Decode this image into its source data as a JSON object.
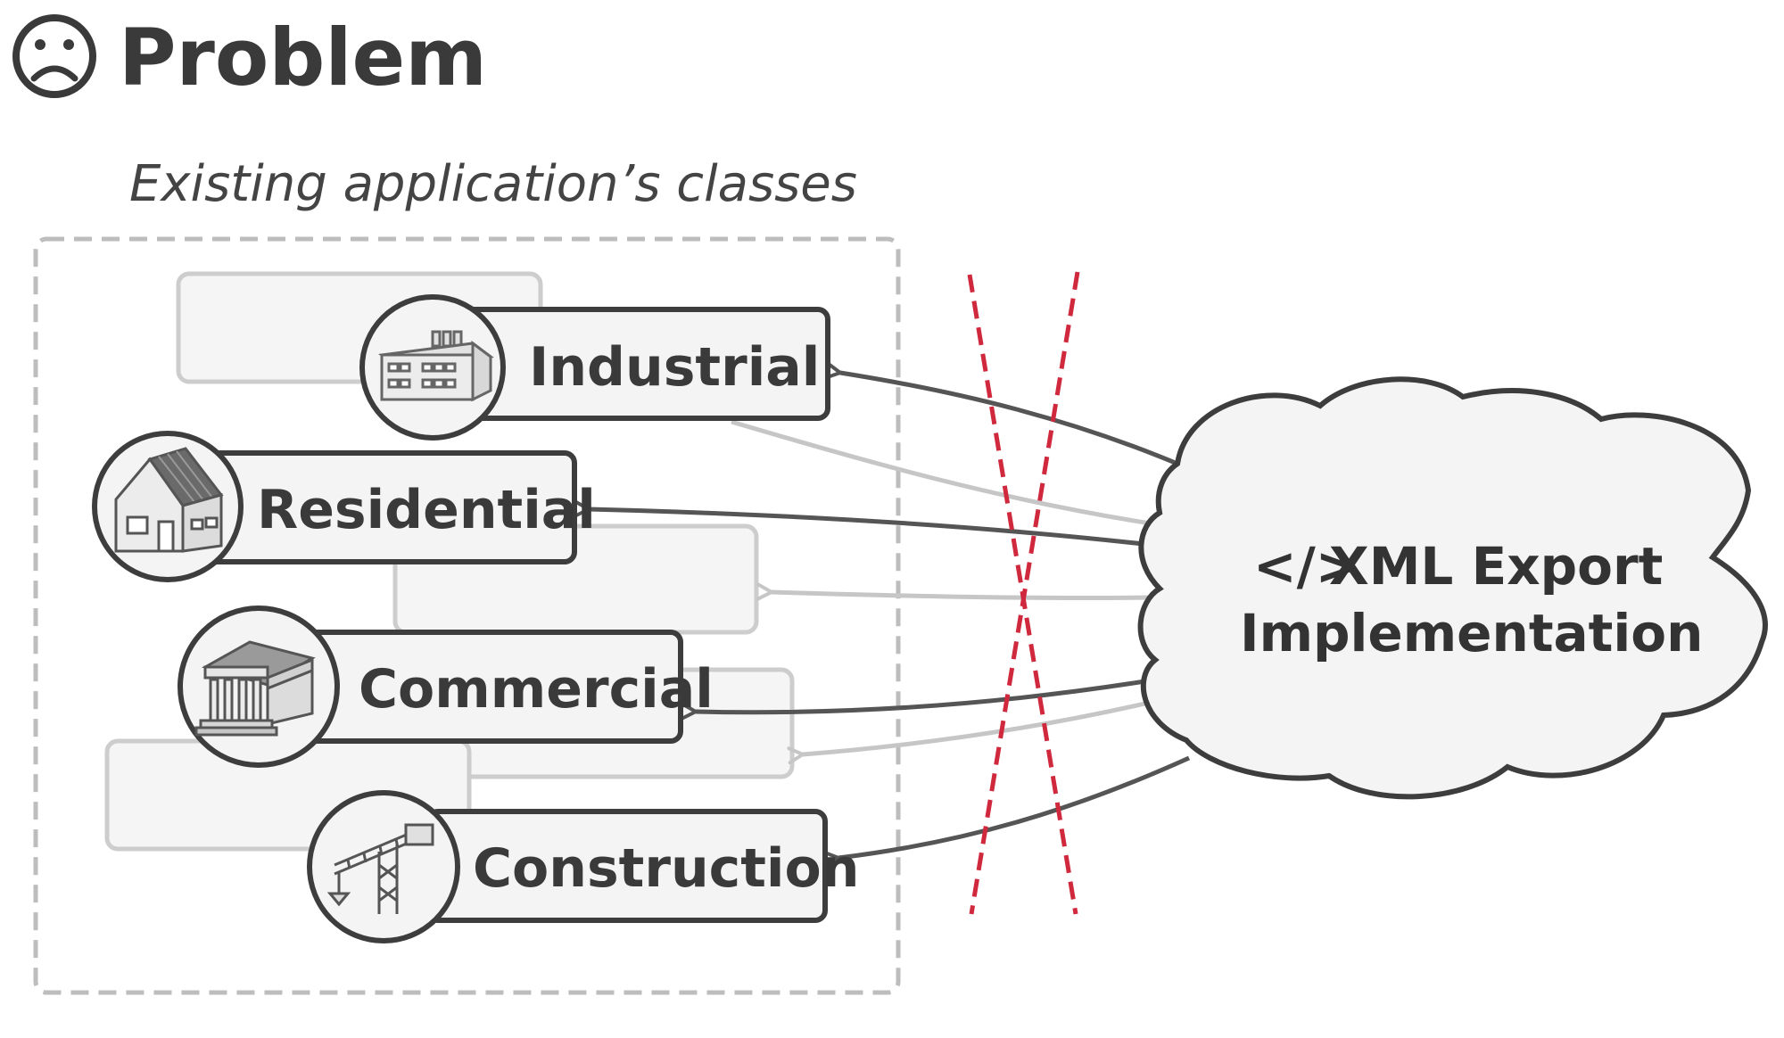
{
  "heading": {
    "icon": "sad-face-icon",
    "title": "Problem"
  },
  "group": {
    "caption": "Existing application’s classes"
  },
  "classes": [
    {
      "label": "Industrial",
      "icon": "factory-icon"
    },
    {
      "label": "Residential",
      "icon": "house-icon"
    },
    {
      "label": "Commercial",
      "icon": "bank-building-icon"
    },
    {
      "label": "Construction",
      "icon": "crane-icon"
    }
  ],
  "cloud": {
    "icon": "code-icon",
    "glyph": "</>",
    "line1": "XML Export",
    "line2": "Implementation"
  },
  "colors": {
    "text": "#3a3a3a",
    "stroke": "#444444",
    "faded": "#c6c6c6",
    "forbidden": "#d0283c",
    "fill": "#f4f4f4"
  }
}
